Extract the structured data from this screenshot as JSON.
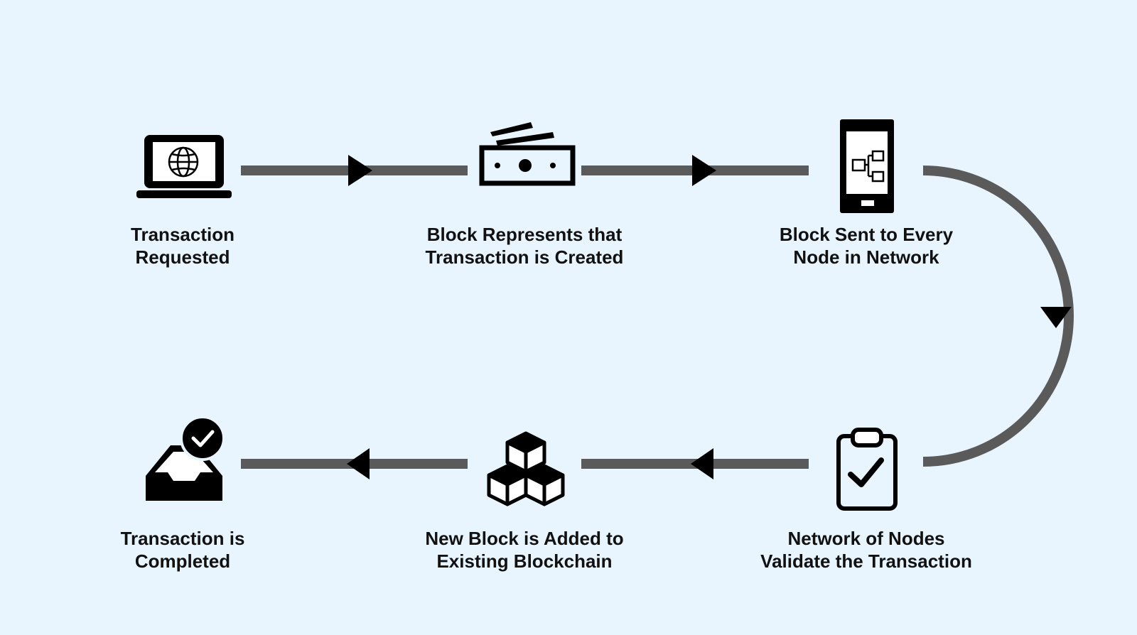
{
  "colors": {
    "background": "#e9f5fe",
    "connector": "#5a5a5a",
    "icon": "#000000",
    "text": "#111111"
  },
  "steps": [
    {
      "id": "transaction-requested",
      "icon": "laptop-globe-icon",
      "lines": [
        "Transaction",
        "Requested"
      ]
    },
    {
      "id": "block-created",
      "icon": "money-bill-icon",
      "lines": [
        "Block Represents that",
        "Transaction is Created"
      ]
    },
    {
      "id": "block-sent",
      "icon": "smartphone-network-icon",
      "lines": [
        "Block Sent to Every",
        "Node in Network"
      ]
    },
    {
      "id": "nodes-validate",
      "icon": "clipboard-check-icon",
      "lines": [
        "Network of Nodes",
        "Validate the Transaction"
      ]
    },
    {
      "id": "block-added",
      "icon": "cubes-icon",
      "lines": [
        "New Block is Added to",
        "Existing Blockchain"
      ]
    },
    {
      "id": "transaction-completed",
      "icon": "inbox-check-icon",
      "lines": [
        "Transaction is",
        "Completed"
      ]
    }
  ]
}
